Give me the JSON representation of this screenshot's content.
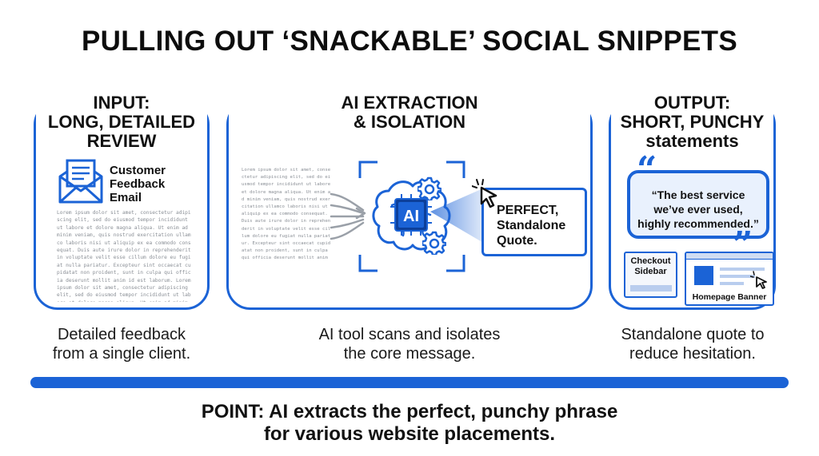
{
  "title": "PULLING OUT ‘SNACKABLE’ SOCIAL SNIPPETS",
  "colors": {
    "accent": "#1b63d6",
    "accent_light": "#e9f1fd",
    "text": "#111111",
    "lorem": "#8a8f96"
  },
  "input_panel": {
    "heading_lines": [
      "INPUT:",
      "LONG, DETAILED",
      "REVIEW"
    ],
    "email_icon": "envelope-letter-icon",
    "email_label_lines": [
      "Customer",
      "Feedback",
      "Email"
    ],
    "body_text": "Lorem ipsum dolor sit amet, consectetur adipiscing elit, sed do eiusmod tempor incididunt ut labore et dolore magna aliqua. Ut enim ad minim veniam, quis nostrud exercitation ullamco laboris nisi ut aliquip ex ea commodo consequat. Duis aute irure dolor in reprehenderit in voluptate velit esse cillum dolore eu fugiat nulla pariatur. Excepteur sint occaecat cupidatat non proident, sunt in culpa qui officia deserunt mollit anim id est laborum. Lorem ipsum dolor sit amet, consectetur adipiscing elit, sed do eiusmod tempor incididunt ut labore et dolore magna aliqua. Ut enim ad minim veniam, quis nostrud exercitation ullamco laboris nisi ut aliquip ex ea commodo consequat. Duis aute irure dolor in reprehenderit in voluptate velit esse cillum dolore eu fugiat nulla pariatur.",
    "caption_lines": [
      "Detailed feedback",
      "from a single client."
    ]
  },
  "ai_panel": {
    "heading_lines": [
      "AI EXTRACTION",
      "& ISOLATION"
    ],
    "brain_icon": "ai-brain-chip-icon",
    "chip_label": "AI",
    "gear_icon": "gear-icon",
    "cursor_icon": "mouse-pointer-icon",
    "body_text": "Lorem ipsum dolor sit amet, consectetur adipiscing elit, sed do eiusmod tempor incididunt ut labore et dolore magna aliqua. Ut enim ad minim veniam, quis nostrud exercitation ullamco laboris nisi ut aliquip ex ea commodo consequat. Duis aute irure dolor in reprehenderit in voluptate velit esse cillum dolore eu fugiat nulla pariatur. Excepteur sint occaecat cupidatat non proident, sunt in culpa qui officia deserunt mollit anim id est laborum.",
    "quote_lines": [
      "PERFECT,",
      "Standalone",
      "Quote."
    ],
    "caption_lines": [
      "AI tool scans and isolates",
      "the core message."
    ]
  },
  "output_panel": {
    "heading_lines": [
      "OUTPUT:",
      "SHORT, PUNCHY",
      "statements"
    ],
    "open_quote": "“",
    "close_quote": "”",
    "quote_lines": [
      "“The best service",
      "we’ve ever used,",
      "highly recommended.”"
    ],
    "checkout_lines": [
      "Checkout",
      "Sidebar"
    ],
    "banner_label": "Homepage Banner",
    "caption_lines": [
      "Standalone quote to",
      "reduce hesitation."
    ]
  },
  "point_lines": [
    "POINT: AI extracts the perfect, punchy phrase",
    "for various website placements."
  ]
}
